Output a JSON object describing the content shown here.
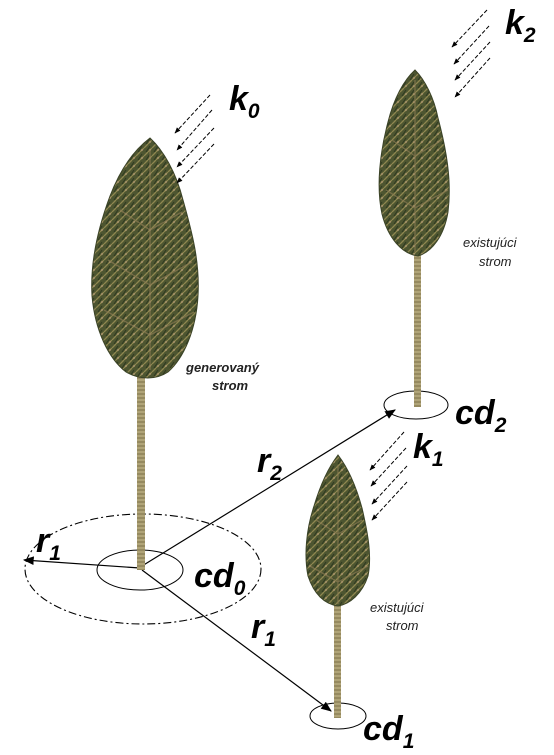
{
  "labels": {
    "k0": {
      "main": "k",
      "sub": "0"
    },
    "k1": {
      "main": "k",
      "sub": "1"
    },
    "k2": {
      "main": "k",
      "sub": "2"
    },
    "cd0": {
      "main": "cd",
      "sub": "0"
    },
    "cd1": {
      "main": "cd",
      "sub": "1"
    },
    "cd2": {
      "main": "cd",
      "sub": "2"
    },
    "r1_left": {
      "main": "r",
      "sub": "1"
    },
    "r1_right": {
      "main": "r",
      "sub": "1"
    },
    "r2": {
      "main": "r",
      "sub": "2"
    }
  },
  "tree_notes": {
    "generated": {
      "line1": "generovaný",
      "line2": "strom"
    },
    "existing_top": {
      "line1": "existujúci",
      "line2": "strom"
    },
    "existing_bottom": {
      "line1": "existujúci",
      "line2": "strom"
    }
  },
  "colors": {
    "foliage_dark": "#3f4a2a",
    "foliage_mid": "#6b6a3a",
    "foliage_light": "#9c8f5a",
    "trunk": "#a89a6a",
    "line": "#000000"
  },
  "icons": {
    "tree": "conifer-tree-icon",
    "rays": "dashed-arrow-icon"
  }
}
